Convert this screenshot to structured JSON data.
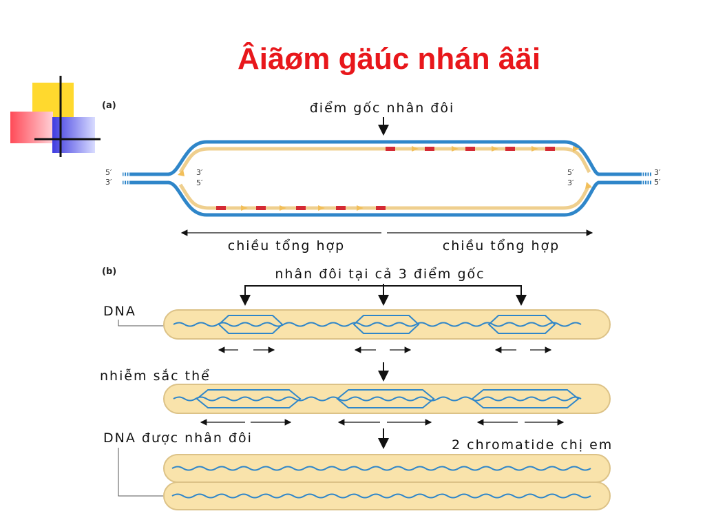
{
  "title": "Âiãøm gäúc nhán âäi",
  "colors": {
    "title": "#e8171b",
    "strand_blue": "#2f86c9",
    "strand_tan": "#efcf8e",
    "primer_red": "#d42a34",
    "chromosome_fill": "#f9e3ab",
    "chromosome_edge": "#dcc287",
    "logo_yellow": "#ffd92e",
    "logo_red": "#ff4b58",
    "logo_blue": "#3f3be0"
  },
  "panel_a": {
    "label": "(a)",
    "origin_label": "điểm gốc nhân đôi",
    "left_end": {
      "top": "5′",
      "bottom": "3′"
    },
    "right_end": {
      "top": "3′",
      "bottom": "5′"
    },
    "bubble_left": {
      "top": "3′",
      "bottom": "5′"
    },
    "bubble_right": {
      "top": "5′",
      "bottom": "3′"
    },
    "direction_left": "chiều tổng hợp",
    "direction_right": "chiều tổng hợp"
  },
  "panel_b": {
    "label": "(b)",
    "origins_label": "nhân đôi tại cả 3 điểm gốc",
    "dna_label": "DNA",
    "chromosome_label": "nhiễm sắc thể",
    "replicated_label": "DNA được nhân đôi",
    "sister_label": "2 chromatide chị em"
  },
  "icons": {
    "logo": "cross-squares-logo-icon"
  }
}
